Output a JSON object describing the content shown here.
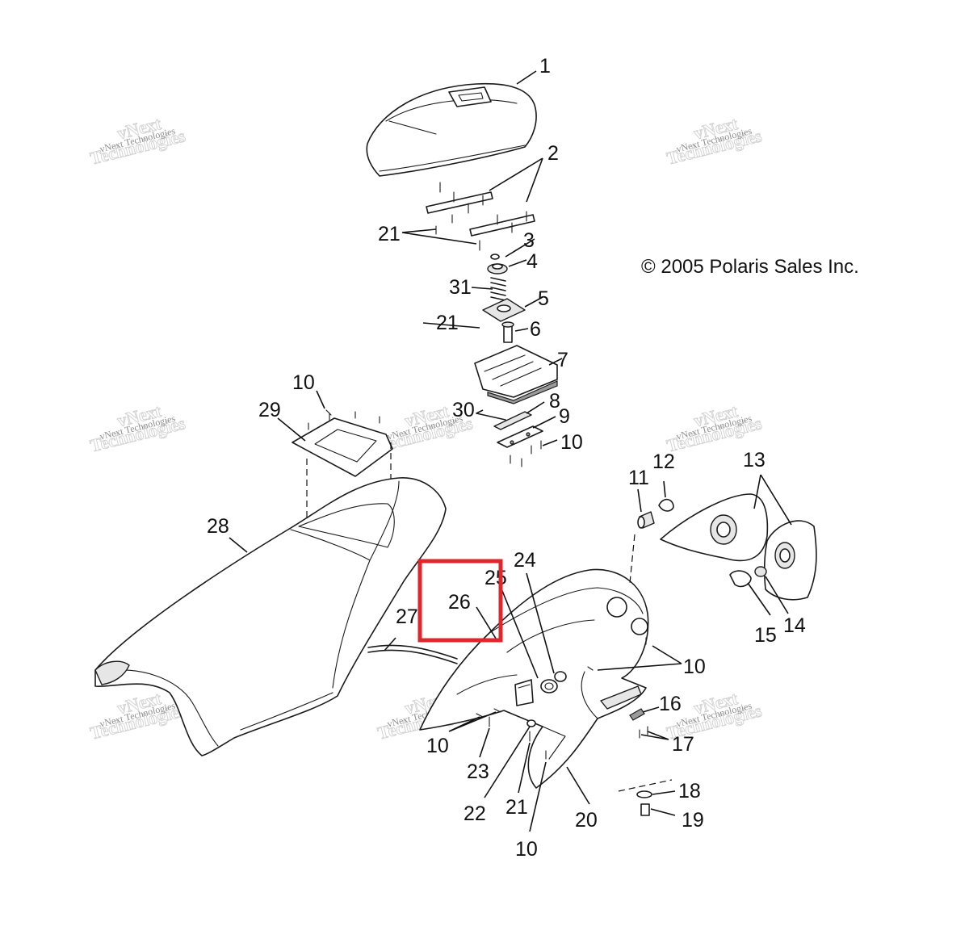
{
  "copyright": "© 2005 Polaris Sales Inc.",
  "watermark": {
    "line1": "vNext",
    "line2": "Technologies",
    "small": "vNext Technologies"
  },
  "callouts": {
    "c1": "1",
    "c2": "2",
    "c3": "3",
    "c4": "4",
    "c5": "5",
    "c6": "6",
    "c7": "7",
    "c8": "8",
    "c9": "9",
    "c10a": "10",
    "c10b": "10",
    "c10c": "10",
    "c10d": "10",
    "c10e": "10",
    "c11": "11",
    "c12": "12",
    "c13": "13",
    "c14": "14",
    "c15": "15",
    "c16": "16",
    "c17": "17",
    "c18": "18",
    "c19": "19",
    "c20": "20",
    "c21a": "21",
    "c21b": "21",
    "c21c": "21",
    "c22": "22",
    "c23": "23",
    "c24": "24",
    "c25": "25",
    "c26": "26",
    "c27": "27",
    "c28": "28",
    "c29": "29",
    "c30": "30",
    "c31": "31"
  },
  "highlight": {
    "color": "#e0262b",
    "target_callout": "26"
  }
}
